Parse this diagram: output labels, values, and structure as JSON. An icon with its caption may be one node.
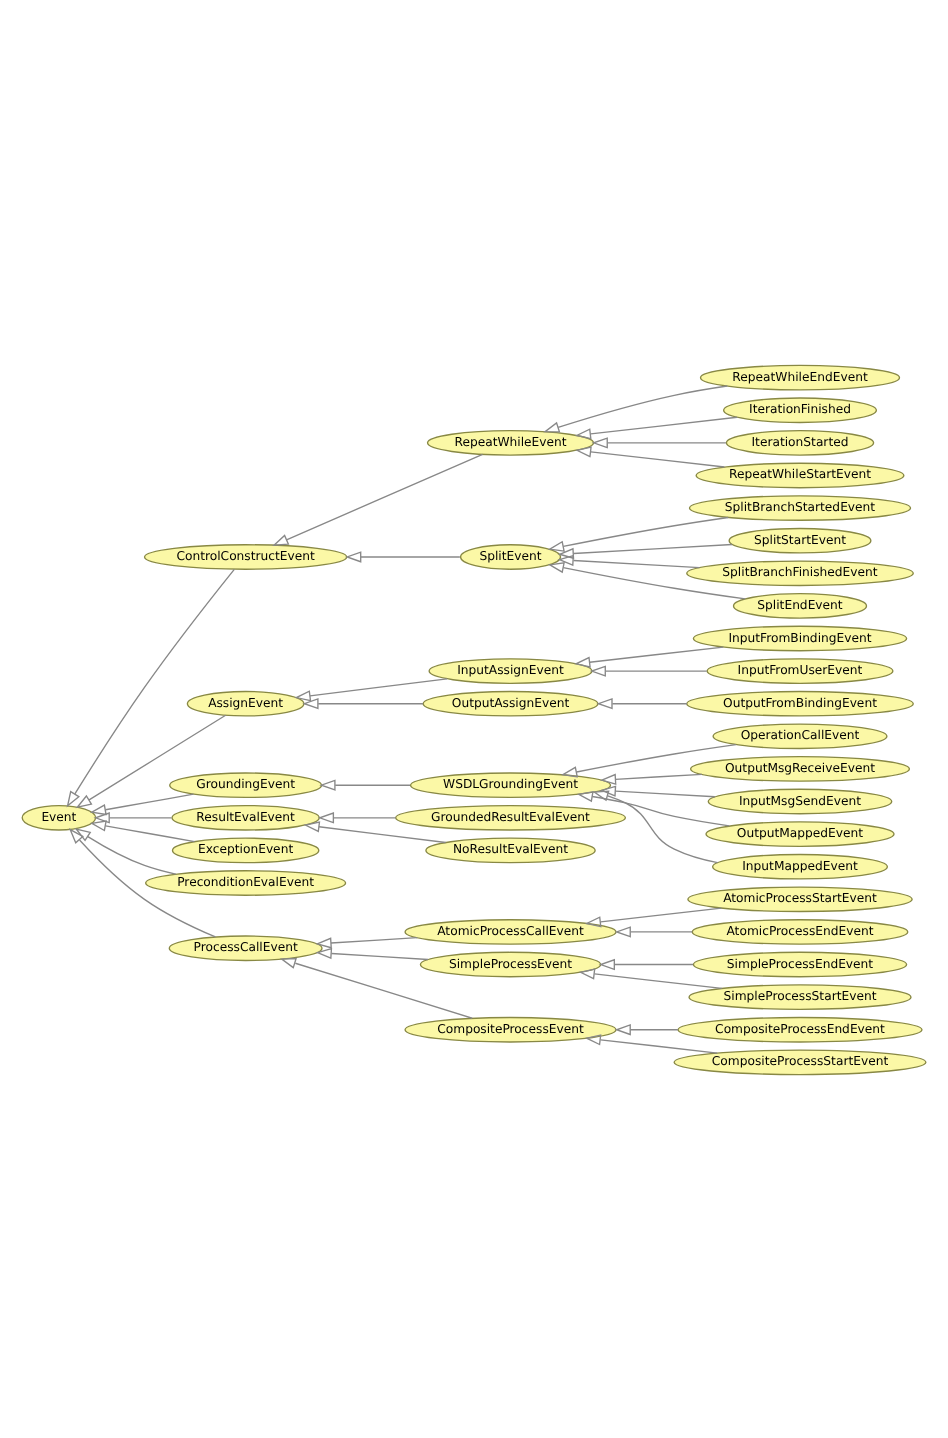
{
  "diagram": {
    "nodes": [
      {
        "text": [
          "Event"
        ]
      },
      {
        "text": [
          "ControlConstructEvent"
        ]
      },
      {
        "text": [
          "RepeatWhileEvent"
        ]
      },
      {
        "text": [
          "RepeatWhileEndEvent"
        ]
      },
      {
        "text": [
          "IterationFinished"
        ]
      },
      {
        "text": [
          "IterationStarted"
        ]
      },
      {
        "text": [
          "RepeatWhileStartEvent"
        ]
      },
      {
        "text": [
          "SplitEvent"
        ]
      },
      {
        "text": [
          "SplitBranchStartedEvent"
        ]
      },
      {
        "text": [
          "SplitStartEvent"
        ]
      },
      {
        "text": [
          "SplitBranchFinishedEvent"
        ]
      },
      {
        "text": [
          "SplitEndEvent"
        ]
      },
      {
        "text": [
          "AssignEvent"
        ]
      },
      {
        "text": [
          "InputAssignEvent"
        ]
      },
      {
        "text": [
          "InputFromBindingEvent"
        ]
      },
      {
        "text": [
          "InputFromUserEvent"
        ]
      },
      {
        "text": [
          "OutputAssignEvent"
        ]
      },
      {
        "text": [
          "OutputFromBindingEvent"
        ]
      },
      {
        "text": [
          "GroundingEvent"
        ]
      },
      {
        "text": [
          "WSDLGroundingEvent"
        ]
      },
      {
        "text": [
          "OperationCallEvent"
        ]
      },
      {
        "text": [
          "OutputMsgReceiveEvent"
        ]
      },
      {
        "text": [
          "InputMsgSendEvent"
        ]
      },
      {
        "text": [
          "OutputMappedEvent"
        ]
      },
      {
        "text": [
          "InputMappedEvent"
        ]
      },
      {
        "text": [
          "ResultEvalEvent"
        ]
      },
      {
        "text": [
          "GroundedResultEvalEvent"
        ]
      },
      {
        "text": [
          "NoResultEvalEvent"
        ]
      },
      {
        "text": [
          "ExceptionEvent"
        ]
      },
      {
        "text": [
          "PreconditionEvalEvent"
        ]
      },
      {
        "text": [
          "ProcessCallEvent"
        ]
      },
      {
        "text": [
          "AtomicProcessCallEvent"
        ]
      },
      {
        "text": [
          "AtomicProcessStartEvent"
        ]
      },
      {
        "text": [
          "AtomicProcessEndEvent"
        ]
      },
      {
        "text": [
          "SimpleProcessEvent"
        ]
      },
      {
        "text": [
          "SimpleProcessEndEvent"
        ]
      },
      {
        "text": [
          "SimpleProcessStartEvent"
        ]
      },
      {
        "text": [
          "CompositeProcessEvent"
        ]
      },
      {
        "text": [
          "CompositeProcessEndEvent"
        ]
      },
      {
        "text": [
          "CompositeProcessStartEvent"
        ]
      }
    ],
    "edges": [
      {
        "from": 1,
        "to": 0,
        "arrow": "to"
      },
      {
        "from": 2,
        "to": 1,
        "arrow": "to"
      },
      {
        "from": 3,
        "to": 2,
        "arrow": "to"
      },
      {
        "from": 4,
        "to": 2,
        "arrow": "to"
      },
      {
        "from": 5,
        "to": 2,
        "arrow": "to"
      },
      {
        "from": 6,
        "to": 2,
        "arrow": "to"
      },
      {
        "from": 7,
        "to": 1,
        "arrow": "to"
      },
      {
        "from": 8,
        "to": 7,
        "arrow": "to"
      },
      {
        "from": 9,
        "to": 7,
        "arrow": "to"
      },
      {
        "from": 10,
        "to": 7,
        "arrow": "to"
      },
      {
        "from": 11,
        "to": 7,
        "arrow": "to"
      },
      {
        "from": 12,
        "to": 0,
        "arrow": "to"
      },
      {
        "from": 13,
        "to": 12,
        "arrow": "to"
      },
      {
        "from": 14,
        "to": 13,
        "arrow": "to"
      },
      {
        "from": 15,
        "to": 13,
        "arrow": "to"
      },
      {
        "from": 16,
        "to": 12,
        "arrow": "to"
      },
      {
        "from": 17,
        "to": 16,
        "arrow": "to"
      },
      {
        "from": 18,
        "to": 0,
        "arrow": "to"
      },
      {
        "from": 19,
        "to": 18,
        "arrow": "to"
      },
      {
        "from": 20,
        "to": 19,
        "arrow": "to"
      },
      {
        "from": 21,
        "to": 19,
        "arrow": "to"
      },
      {
        "from": 22,
        "to": 19,
        "arrow": "to"
      },
      {
        "from": 23,
        "to": 19,
        "arrow": "to"
      },
      {
        "from": 24,
        "to": 19,
        "arrow": "to"
      },
      {
        "from": 25,
        "to": 0,
        "arrow": "to"
      },
      {
        "from": 26,
        "to": 25,
        "arrow": "to"
      },
      {
        "from": 27,
        "to": 25,
        "arrow": "to"
      },
      {
        "from": 28,
        "to": 0,
        "arrow": "to"
      },
      {
        "from": 29,
        "to": 0,
        "arrow": "to"
      },
      {
        "from": 30,
        "to": 0,
        "arrow": "to"
      },
      {
        "from": 31,
        "to": 30,
        "arrow": "to"
      },
      {
        "from": 32,
        "to": 31,
        "arrow": "to"
      },
      {
        "from": 33,
        "to": 31,
        "arrow": "to"
      },
      {
        "from": 34,
        "to": 30,
        "arrow": "to"
      },
      {
        "from": 35,
        "to": 34,
        "arrow": "to"
      },
      {
        "from": 36,
        "to": 34,
        "arrow": "to"
      },
      {
        "from": 37,
        "to": 30,
        "arrow": "to"
      },
      {
        "from": 38,
        "to": 37,
        "arrow": "to"
      },
      {
        "from": 39,
        "to": 37,
        "arrow": "to"
      }
    ]
  }
}
